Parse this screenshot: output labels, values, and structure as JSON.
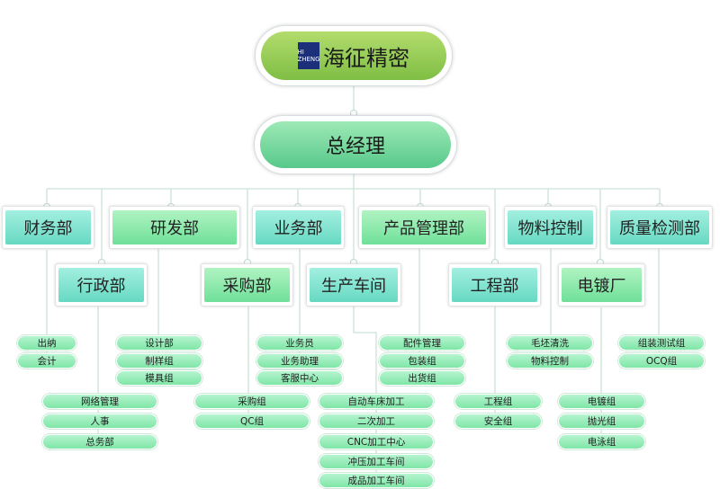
{
  "company": {
    "logo_text": "HI ZHENG",
    "name": "海征精密"
  },
  "gm": "总经理",
  "depts": {
    "finance": "财务部",
    "rnd": "研发部",
    "business": "业务部",
    "product_mgmt": "产品管理部",
    "materials": "物料控制",
    "quality": "质量检测部",
    "admin": "行政部",
    "purchasing": "采购部",
    "workshop": "生产车间",
    "engineering": "工程部",
    "plating": "电镀厂"
  },
  "subs": {
    "finance": [
      "出纳",
      "会计"
    ],
    "admin": [
      "网络管理",
      "人事",
      "总务部"
    ],
    "rnd": [
      "设计部",
      "制样组",
      "模具组"
    ],
    "purchasing": [
      "采购组",
      "QC组"
    ],
    "business": [
      "业务员",
      "业务助理",
      "客服中心"
    ],
    "workshop": [
      "自动车床加工",
      "二次加工",
      "CNC加工中心",
      "冲压加工车间",
      "成品加工车间"
    ],
    "product_mgmt": [
      "配件管理",
      "包装组",
      "出货组"
    ],
    "engineering": [
      "工程组",
      "安全组"
    ],
    "materials": [
      "毛坯清洗",
      "物料控制"
    ],
    "plating": [
      "电镀组",
      "抛光组",
      "电泳组"
    ],
    "quality": [
      "组装测试组",
      "OCQ组"
    ]
  }
}
